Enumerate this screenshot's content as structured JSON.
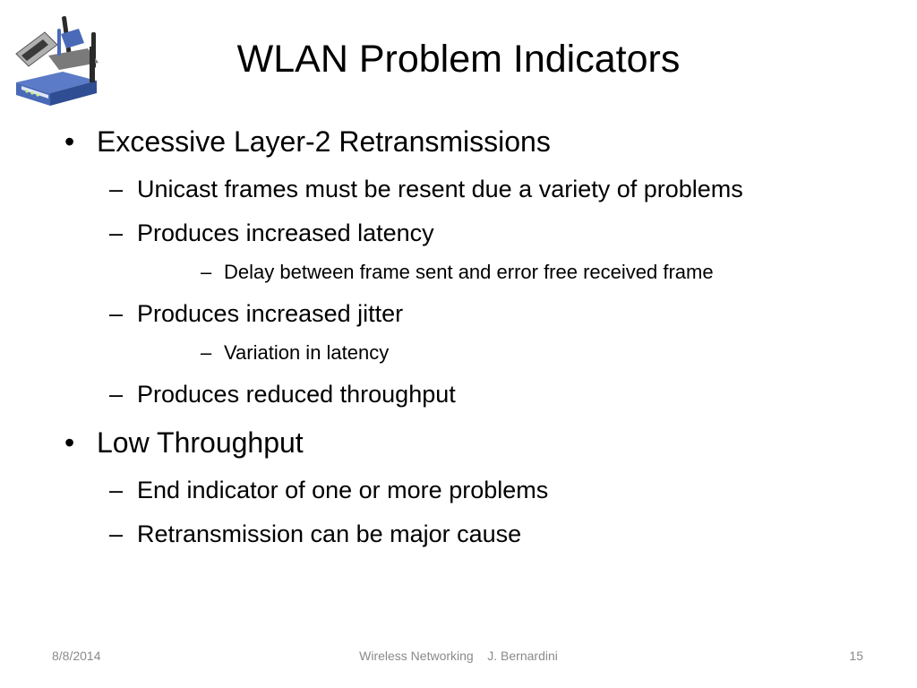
{
  "slide": {
    "title": "WLAN Problem Indicators",
    "logo_icon": "wireless-router-icon",
    "bullets": [
      {
        "level": 1,
        "marker": "•",
        "text": "Excessive Layer-2 Retransmissions"
      },
      {
        "level": 2,
        "marker": "–",
        "text": "Unicast frames must be resent due a variety of problems"
      },
      {
        "level": 2,
        "marker": "–",
        "text": "Produces increased latency"
      },
      {
        "level": 3,
        "marker": "–",
        "text": "Delay between frame sent and error free received frame"
      },
      {
        "level": 2,
        "marker": "–",
        "text": "Produces increased jitter"
      },
      {
        "level": 3,
        "marker": "–",
        "text": "Variation in latency"
      },
      {
        "level": 2,
        "marker": "–",
        "text": "Produces reduced throughput"
      },
      {
        "level": 1,
        "marker": "•",
        "text": "Low Throughput"
      },
      {
        "level": 2,
        "marker": "–",
        "text": "End indicator of one or more problems"
      },
      {
        "level": 2,
        "marker": "–",
        "text": "Retransmission can be major cause"
      }
    ]
  },
  "footer": {
    "date": "8/8/2014",
    "center": "Wireless Networking    J. Bernardini",
    "page_number": "15"
  },
  "colors": {
    "footer_text": "#8a8a8a",
    "router_body": "#4a6ab8",
    "router_dark": "#2a2a2a",
    "card_metal": "#b0b0b0"
  }
}
